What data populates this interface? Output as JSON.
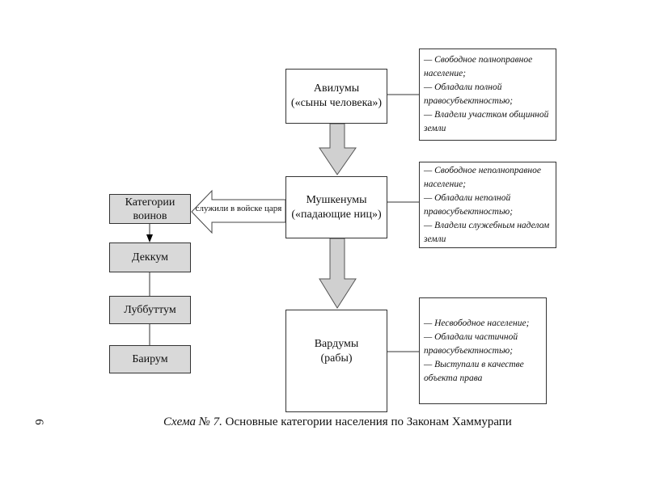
{
  "diagram": {
    "avilumy": {
      "title": "Авилумы",
      "subtitle": "(«сыны человека»)",
      "notes": [
        "— Свободное полноправное",
        "население;",
        "— Обладали полной",
        "правосубъектностью;",
        "— Владели участком общинной",
        "земли"
      ]
    },
    "mushkenumy": {
      "title": "Мушкенумы",
      "subtitle": "(«падающие ниц»)",
      "notes": [
        "— Свободное неполноправное",
        "население;",
        "— Обладали неполной",
        "правосубъектностью;",
        "— Владели служебным наделом",
        "земли"
      ]
    },
    "vardumy": {
      "title": "Вардумы",
      "subtitle": "(рабы)",
      "notes": [
        "— Несвободное население;",
        "— Обладали частичной",
        "правосубъектностью;",
        "— Выступали в качестве",
        "объекта права"
      ]
    },
    "warriors": {
      "arrow_label": "служили в войске царя",
      "title": "Категории воинов",
      "categories": [
        "Деккум",
        "Луббуттум",
        "Баирум"
      ]
    }
  },
  "caption": {
    "label": "Схема № 7.",
    "text": "Основные категории населения по Законам Хаммурапи"
  },
  "page_number": "6",
  "colors": {
    "box_border": "#333333",
    "category_fill": "#d9d9d9",
    "arrow_fill": "#d0d0d0",
    "text_color": "#111111"
  }
}
